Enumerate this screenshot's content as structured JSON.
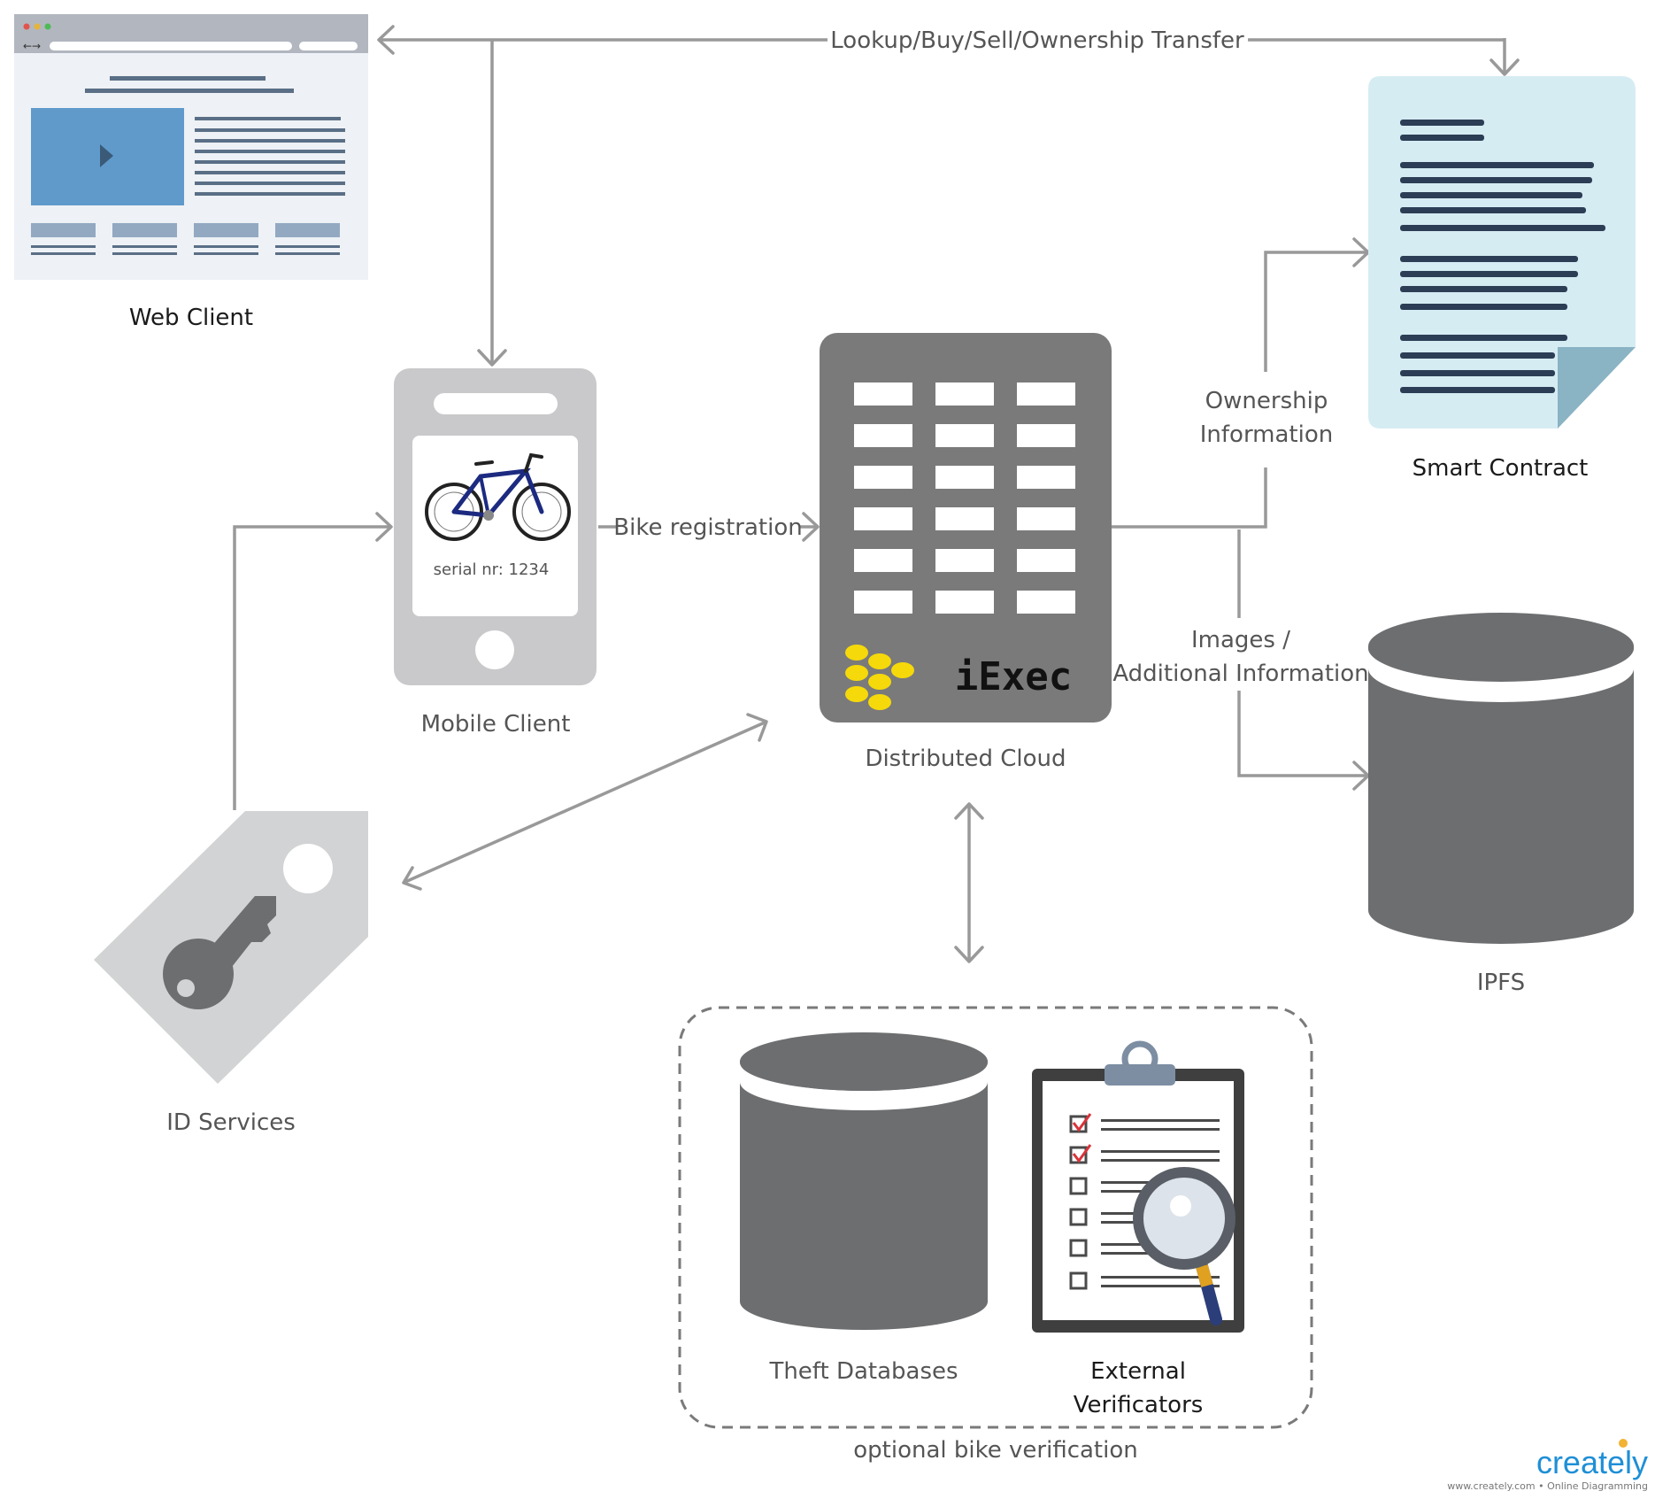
{
  "nodes": {
    "web_client": "Web Client",
    "mobile_client": "Mobile Client",
    "serial": "serial nr: 1234",
    "distributed_cloud": "Distributed Cloud",
    "iexec_logo": "iExec",
    "smart_contract": "Smart Contract",
    "ipfs": "IPFS",
    "id_services": "ID Services",
    "theft_databases": "Theft Databases",
    "external_verificators_1": "External",
    "external_verificators_2": "Verificators",
    "optional_group": "optional bike verification"
  },
  "edges": {
    "lookup": "Lookup/Buy/Sell/Ownership Transfer",
    "bike_registration": "Bike registration",
    "ownership_1": "Ownership",
    "ownership_2": "Information",
    "images_1": "Images /",
    "images_2": "Additional Information"
  },
  "branding": {
    "logo": "creately",
    "tagline": "www.creately.com • Online Diagramming"
  },
  "colors": {
    "connector": "#999999",
    "cylinder": "#6d6e70",
    "cloud_box": "#7a7a7a",
    "phone": "#c9c9cb",
    "contract_paper": "#d6ecf3",
    "contract_lines": "#2b3e55",
    "iexec_yellow": "#f5d90a"
  }
}
